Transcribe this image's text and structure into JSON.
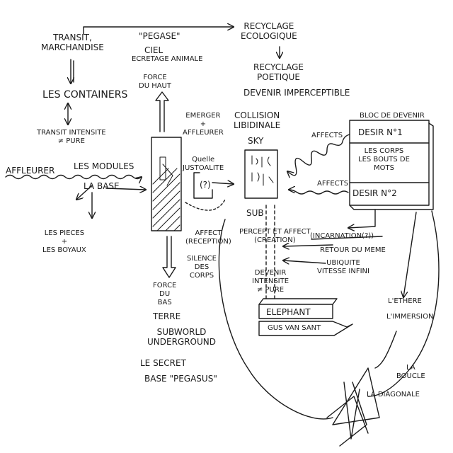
{
  "colors": {
    "ink": "#1a1a1a",
    "paper": "#ffffff"
  },
  "labels": {
    "transit_marchandise": "TRANSIT,\nMARCHANDISE",
    "pegase": "\"PEGASE\"",
    "recyclage_ecologique": "RECYCLAGE\nECOLOGIQUE",
    "ciel": "CIEL",
    "ecretage": "ECRETAGE ANIMALE",
    "recyclage_poetique": "RECYCLAGE\nPOETIQUE",
    "force_du_haut": "FORCE\nDU HAUT",
    "les_containers": "LES CONTAINERS",
    "devenir_imperceptible": "DEVENIR IMPERCEPTIBLE",
    "emerger": "EMERGER\n+\nAFFLEURER",
    "collision": "COLLISION\nLIBIDINALE",
    "bloc_de_devenir": "BLOC DE DEVENIR",
    "transit_intensite": "TRANSIT INTENSITE\n≠ PURE",
    "sky": "SKY",
    "affects_upper": "AFFECTS",
    "desir_1": "DESIR N°1",
    "les_corps": "LES CORPS\nLES BOUTS DE\nMOTS",
    "affleurer": "AFFLEURER",
    "les_modules": "LES MODULES",
    "quelle_justoalite": "Quelle\nJUSTOALITE",
    "question": "(?)",
    "la_base": "LA BASE",
    "affects_lower": "AFFECTS",
    "desir_2": "DESIR N°2",
    "sub": "SUB",
    "affect_reception": "AFFECT\n(RECEPTION)",
    "percept_creation": "PERCEPT ET AFFECT\n(CREATION)",
    "incarnation": "(INCARNATION(?))",
    "retour_du_meme": "RETOUR DU MEME",
    "les_pieces": "LES PIECES\n+\nLES BOYAUX",
    "silence_des_corps": "SILENCE\nDES\nCORPS",
    "ubiquite": "UBIQUITE\nVITESSE INFINI",
    "devenir_intensite": "DEVENIR\nINTENSITE\n≠ PURE",
    "force_du_bas": "FORCE\nDU\nBAS",
    "lethere": "L'ETHERE",
    "limmersion": "L'IMMERSION",
    "elephant": "ELEPHANT",
    "terre": "TERRE",
    "gus_van_sant": "GUS VAN SANT",
    "subworld": "SUBWORLD\nUNDERGROUND",
    "le_secret": "LE SECRET",
    "la_boucle": "LA\nBOUCLE",
    "base_pegasus": "BASE \"PEGASUS\"",
    "la_diagonale": "LA DIAGONALE"
  }
}
